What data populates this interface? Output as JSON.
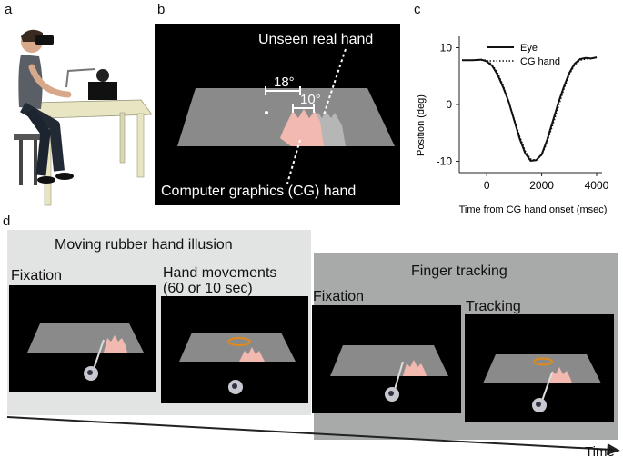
{
  "panels": {
    "a": "a",
    "b": "b",
    "c": "c",
    "d": "d"
  },
  "panel_b": {
    "unseen_real_hand": "Unseen real hand",
    "cg_hand": "Computer graphics (CG) hand",
    "angle_18": "18°",
    "angle_10": "10°"
  },
  "chart_data": {
    "type": "line",
    "title": "",
    "xlabel": "Time from CG hand onset (msec)",
    "ylabel": "Position (deg)",
    "xlim": [
      -1000,
      4200
    ],
    "ylim": [
      -12,
      12
    ],
    "xticks": [
      0,
      2000,
      4000
    ],
    "yticks": [
      10,
      0,
      -10
    ],
    "legend_position": "top-right",
    "series": [
      {
        "name": "Eye",
        "style": "solid",
        "x": [
          -900,
          -500,
          -200,
          0,
          200,
          400,
          600,
          800,
          1000,
          1200,
          1400,
          1600,
          1800,
          2000,
          2200,
          2400,
          2600,
          2800,
          3000,
          3200,
          3400,
          3600,
          3800,
          4000
        ],
        "y": [
          7.8,
          7.8,
          7.9,
          7.6,
          6.8,
          5.2,
          3.0,
          0.5,
          -2.8,
          -6.0,
          -8.6,
          -9.9,
          -9.8,
          -8.8,
          -6.2,
          -3.0,
          0.2,
          3.0,
          5.5,
          7.2,
          8.0,
          8.2,
          8.1,
          8.3
        ]
      },
      {
        "name": "CG hand",
        "style": "dotted",
        "x": [
          -900,
          -500,
          -200,
          0,
          200,
          400,
          600,
          800,
          1000,
          1200,
          1400,
          1600,
          1800,
          2000,
          2200,
          2400,
          2600,
          2800,
          3000,
          3200,
          3400,
          3600,
          3800,
          4000
        ],
        "y": [
          7.8,
          7.8,
          7.8,
          7.8,
          7.0,
          5.5,
          3.3,
          0.5,
          -2.6,
          -5.6,
          -8.2,
          -9.6,
          -9.8,
          -8.9,
          -6.6,
          -3.6,
          -0.5,
          2.6,
          5.2,
          7.0,
          7.8,
          8.0,
          8.1,
          8.3
        ]
      }
    ]
  },
  "panel_d": {
    "group1_title": "Moving rubber hand illusion",
    "group2_title": "Finger tracking",
    "fixation1": "Fixation",
    "hand_movements_line1": "Hand movements",
    "hand_movements_line2": "(60 or 10 sec)",
    "fixation2": "Fixation",
    "tracking": "Tracking",
    "time": "Time"
  },
  "colors": {
    "group1_bg": "#e2e3e3",
    "group2_bg": "#a8a9a9",
    "scene_bg": "#000000",
    "table_gray": "#8a8a8a",
    "orange_ring": "#e08a1a",
    "hand_skin": "#f2b9b0"
  }
}
